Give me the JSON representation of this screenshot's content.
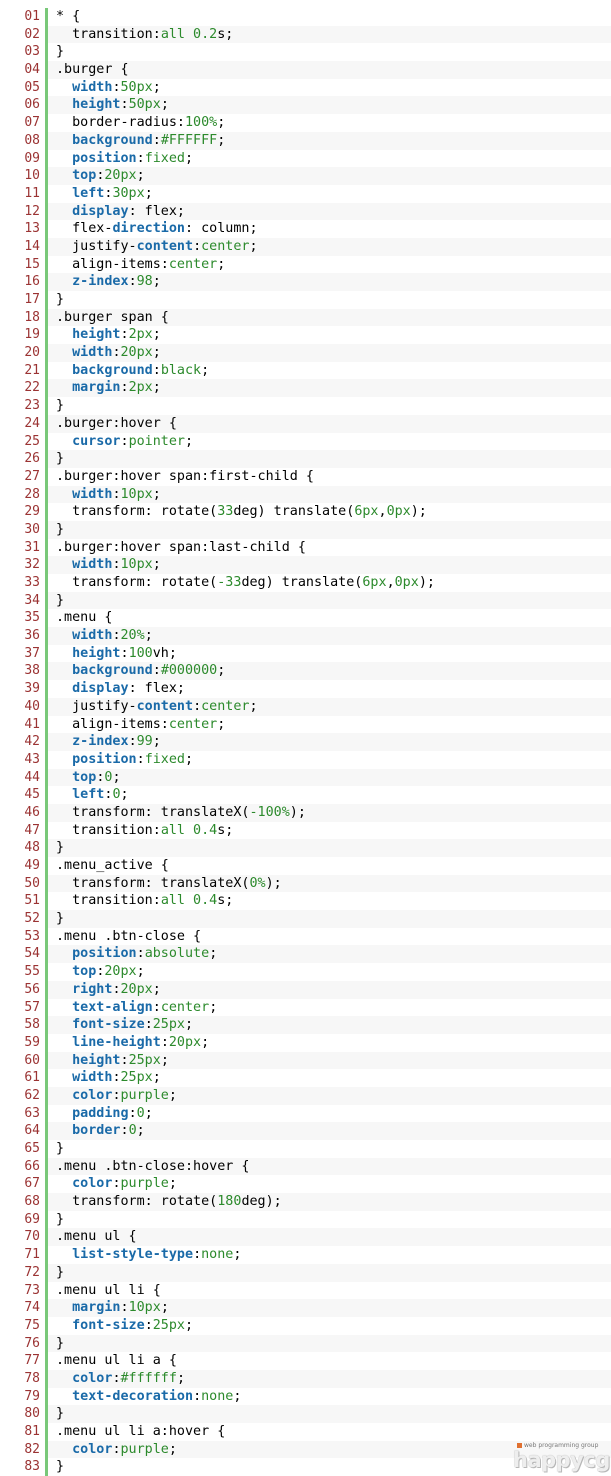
{
  "lines": [
    {
      "n": "01",
      "p": [
        [
          "*",
          ""
        ],
        [
          " {",
          ""
        ]
      ]
    },
    {
      "n": "02",
      "p": [
        [
          "  transition:",
          ""
        ],
        [
          "all 0.2",
          "v"
        ],
        [
          "s;",
          ""
        ]
      ]
    },
    {
      "n": "03",
      "p": [
        [
          "}",
          ""
        ]
      ]
    },
    {
      "n": "04",
      "p": [
        [
          ".burger {",
          ""
        ]
      ]
    },
    {
      "n": "05",
      "p": [
        [
          "  ",
          ""
        ],
        [
          "width",
          "k"
        ],
        [
          ":",
          ""
        ],
        [
          "50px",
          "v"
        ],
        [
          ";",
          ""
        ]
      ]
    },
    {
      "n": "06",
      "p": [
        [
          "  ",
          ""
        ],
        [
          "height",
          "k"
        ],
        [
          ":",
          ""
        ],
        [
          "50px",
          "v"
        ],
        [
          ";",
          ""
        ]
      ]
    },
    {
      "n": "07",
      "p": [
        [
          "  border-radius:",
          ""
        ],
        [
          "100%",
          "v"
        ],
        [
          ";",
          ""
        ]
      ]
    },
    {
      "n": "08",
      "p": [
        [
          "  ",
          ""
        ],
        [
          "background",
          "k"
        ],
        [
          ":",
          ""
        ],
        [
          "#FFFFFF",
          "v"
        ],
        [
          ";",
          ""
        ]
      ]
    },
    {
      "n": "09",
      "p": [
        [
          "  ",
          ""
        ],
        [
          "position",
          "k"
        ],
        [
          ":",
          ""
        ],
        [
          "fixed",
          "v"
        ],
        [
          ";",
          ""
        ]
      ]
    },
    {
      "n": "10",
      "p": [
        [
          "  ",
          ""
        ],
        [
          "top",
          "k"
        ],
        [
          ":",
          ""
        ],
        [
          "20px",
          "v"
        ],
        [
          ";",
          ""
        ]
      ]
    },
    {
      "n": "11",
      "p": [
        [
          "  ",
          ""
        ],
        [
          "left",
          "k"
        ],
        [
          ":",
          ""
        ],
        [
          "30px",
          "v"
        ],
        [
          ";",
          ""
        ]
      ]
    },
    {
      "n": "12",
      "p": [
        [
          "  ",
          ""
        ],
        [
          "display",
          "k"
        ],
        [
          ": flex;",
          ""
        ]
      ]
    },
    {
      "n": "13",
      "p": [
        [
          "  flex-",
          ""
        ],
        [
          "direction",
          "k"
        ],
        [
          ": column;",
          ""
        ]
      ]
    },
    {
      "n": "14",
      "p": [
        [
          "  justify-",
          ""
        ],
        [
          "content",
          "k"
        ],
        [
          ":",
          ""
        ],
        [
          "center",
          "v"
        ],
        [
          ";",
          ""
        ]
      ]
    },
    {
      "n": "15",
      "p": [
        [
          "  align-items:",
          ""
        ],
        [
          "center",
          "v"
        ],
        [
          ";",
          ""
        ]
      ]
    },
    {
      "n": "16",
      "p": [
        [
          "  ",
          ""
        ],
        [
          "z-index",
          "k"
        ],
        [
          ":",
          ""
        ],
        [
          "98",
          "v"
        ],
        [
          ";",
          ""
        ]
      ]
    },
    {
      "n": "17",
      "p": [
        [
          "}",
          ""
        ]
      ]
    },
    {
      "n": "18",
      "p": [
        [
          ".burger span {",
          ""
        ]
      ]
    },
    {
      "n": "19",
      "p": [
        [
          "  ",
          ""
        ],
        [
          "height",
          "k"
        ],
        [
          ":",
          ""
        ],
        [
          "2px",
          "v"
        ],
        [
          ";",
          ""
        ]
      ]
    },
    {
      "n": "20",
      "p": [
        [
          "  ",
          ""
        ],
        [
          "width",
          "k"
        ],
        [
          ":",
          ""
        ],
        [
          "20px",
          "v"
        ],
        [
          ";",
          ""
        ]
      ]
    },
    {
      "n": "21",
      "p": [
        [
          "  ",
          ""
        ],
        [
          "background",
          "k"
        ],
        [
          ":",
          ""
        ],
        [
          "black",
          "v"
        ],
        [
          ";",
          ""
        ]
      ]
    },
    {
      "n": "22",
      "p": [
        [
          "  ",
          ""
        ],
        [
          "margin",
          "k"
        ],
        [
          ":",
          ""
        ],
        [
          "2px",
          "v"
        ],
        [
          ";",
          ""
        ]
      ]
    },
    {
      "n": "23",
      "p": [
        [
          "}",
          ""
        ]
      ]
    },
    {
      "n": "24",
      "p": [
        [
          ".burger:hover {",
          ""
        ]
      ]
    },
    {
      "n": "25",
      "p": [
        [
          "  ",
          ""
        ],
        [
          "cursor",
          "k"
        ],
        [
          ":",
          ""
        ],
        [
          "pointer",
          "v"
        ],
        [
          ";",
          ""
        ]
      ]
    },
    {
      "n": "26",
      "p": [
        [
          "}",
          ""
        ]
      ]
    },
    {
      "n": "27",
      "p": [
        [
          ".burger:hover span:first-child {",
          ""
        ]
      ]
    },
    {
      "n": "28",
      "p": [
        [
          "  ",
          ""
        ],
        [
          "width",
          "k"
        ],
        [
          ":",
          ""
        ],
        [
          "10px",
          "v"
        ],
        [
          ";",
          ""
        ]
      ]
    },
    {
      "n": "29",
      "p": [
        [
          "  transform: rotate(",
          ""
        ],
        [
          "33",
          "v"
        ],
        [
          "deg) translate(",
          ""
        ],
        [
          "6px",
          "v"
        ],
        [
          ",",
          ""
        ],
        [
          "0px",
          "v"
        ],
        [
          ");",
          ""
        ]
      ]
    },
    {
      "n": "30",
      "p": [
        [
          "}",
          ""
        ]
      ]
    },
    {
      "n": "31",
      "p": [
        [
          ".burger:hover span:last-child {",
          ""
        ]
      ]
    },
    {
      "n": "32",
      "p": [
        [
          "  ",
          ""
        ],
        [
          "width",
          "k"
        ],
        [
          ":",
          ""
        ],
        [
          "10px",
          "v"
        ],
        [
          ";",
          ""
        ]
      ]
    },
    {
      "n": "33",
      "p": [
        [
          "  transform: rotate(",
          ""
        ],
        [
          "-33",
          "v"
        ],
        [
          "deg) translate(",
          ""
        ],
        [
          "6px",
          "v"
        ],
        [
          ",",
          ""
        ],
        [
          "0px",
          "v"
        ],
        [
          ");",
          ""
        ]
      ]
    },
    {
      "n": "34",
      "p": [
        [
          "}",
          ""
        ]
      ]
    },
    {
      "n": "35",
      "p": [
        [
          ".menu {",
          ""
        ]
      ]
    },
    {
      "n": "36",
      "p": [
        [
          "  ",
          ""
        ],
        [
          "width",
          "k"
        ],
        [
          ":",
          ""
        ],
        [
          "20%",
          "v"
        ],
        [
          ";",
          ""
        ]
      ]
    },
    {
      "n": "37",
      "p": [
        [
          "  ",
          ""
        ],
        [
          "height",
          "k"
        ],
        [
          ":",
          ""
        ],
        [
          "100",
          "v"
        ],
        [
          "vh;",
          ""
        ]
      ]
    },
    {
      "n": "38",
      "p": [
        [
          "  ",
          ""
        ],
        [
          "background",
          "k"
        ],
        [
          ":",
          ""
        ],
        [
          "#000000",
          "v"
        ],
        [
          ";",
          ""
        ]
      ]
    },
    {
      "n": "39",
      "p": [
        [
          "  ",
          ""
        ],
        [
          "display",
          "k"
        ],
        [
          ": flex;",
          ""
        ]
      ]
    },
    {
      "n": "40",
      "p": [
        [
          "  justify-",
          ""
        ],
        [
          "content",
          "k"
        ],
        [
          ":",
          ""
        ],
        [
          "center",
          "v"
        ],
        [
          ";",
          ""
        ]
      ]
    },
    {
      "n": "41",
      "p": [
        [
          "  align-items:",
          ""
        ],
        [
          "center",
          "v"
        ],
        [
          ";",
          ""
        ]
      ]
    },
    {
      "n": "42",
      "p": [
        [
          "  ",
          ""
        ],
        [
          "z-index",
          "k"
        ],
        [
          ":",
          ""
        ],
        [
          "99",
          "v"
        ],
        [
          ";",
          ""
        ]
      ]
    },
    {
      "n": "43",
      "p": [
        [
          "  ",
          ""
        ],
        [
          "position",
          "k"
        ],
        [
          ":",
          ""
        ],
        [
          "fixed",
          "v"
        ],
        [
          ";",
          ""
        ]
      ]
    },
    {
      "n": "44",
      "p": [
        [
          "  ",
          ""
        ],
        [
          "top",
          "k"
        ],
        [
          ":",
          ""
        ],
        [
          "0",
          "v"
        ],
        [
          ";",
          ""
        ]
      ]
    },
    {
      "n": "45",
      "p": [
        [
          "  ",
          ""
        ],
        [
          "left",
          "k"
        ],
        [
          ":",
          ""
        ],
        [
          "0",
          "v"
        ],
        [
          ";",
          ""
        ]
      ]
    },
    {
      "n": "46",
      "p": [
        [
          "  transform: translateX(",
          ""
        ],
        [
          "-100%",
          "v"
        ],
        [
          ");",
          ""
        ]
      ]
    },
    {
      "n": "47",
      "p": [
        [
          "  transition:",
          ""
        ],
        [
          "all 0.4",
          "v"
        ],
        [
          "s;",
          ""
        ]
      ]
    },
    {
      "n": "48",
      "p": [
        [
          "}",
          ""
        ]
      ]
    },
    {
      "n": "49",
      "p": [
        [
          ".menu_active {",
          ""
        ]
      ]
    },
    {
      "n": "50",
      "p": [
        [
          "  transform: translateX(",
          ""
        ],
        [
          "0%",
          "v"
        ],
        [
          ");",
          ""
        ]
      ]
    },
    {
      "n": "51",
      "p": [
        [
          "  transition:",
          ""
        ],
        [
          "all 0.4",
          "v"
        ],
        [
          "s;",
          ""
        ]
      ]
    },
    {
      "n": "52",
      "p": [
        [
          "}",
          ""
        ]
      ]
    },
    {
      "n": "53",
      "p": [
        [
          ".menu .btn-close {",
          ""
        ]
      ]
    },
    {
      "n": "54",
      "p": [
        [
          "  ",
          ""
        ],
        [
          "position",
          "k"
        ],
        [
          ":",
          ""
        ],
        [
          "absolute",
          "v"
        ],
        [
          ";",
          ""
        ]
      ]
    },
    {
      "n": "55",
      "p": [
        [
          "  ",
          ""
        ],
        [
          "top",
          "k"
        ],
        [
          ":",
          ""
        ],
        [
          "20px",
          "v"
        ],
        [
          ";",
          ""
        ]
      ]
    },
    {
      "n": "56",
      "p": [
        [
          "  ",
          ""
        ],
        [
          "right",
          "k"
        ],
        [
          ":",
          ""
        ],
        [
          "20px",
          "v"
        ],
        [
          ";",
          ""
        ]
      ]
    },
    {
      "n": "57",
      "p": [
        [
          "  ",
          ""
        ],
        [
          "text-align",
          "k"
        ],
        [
          ":",
          ""
        ],
        [
          "center",
          "v"
        ],
        [
          ";",
          ""
        ]
      ]
    },
    {
      "n": "58",
      "p": [
        [
          "  ",
          ""
        ],
        [
          "font-size",
          "k"
        ],
        [
          ":",
          ""
        ],
        [
          "25px",
          "v"
        ],
        [
          ";",
          ""
        ]
      ]
    },
    {
      "n": "59",
      "p": [
        [
          "  ",
          ""
        ],
        [
          "line-height",
          "k"
        ],
        [
          ":",
          ""
        ],
        [
          "20px",
          "v"
        ],
        [
          ";",
          ""
        ]
      ]
    },
    {
      "n": "60",
      "p": [
        [
          "  ",
          ""
        ],
        [
          "height",
          "k"
        ],
        [
          ":",
          ""
        ],
        [
          "25px",
          "v"
        ],
        [
          ";",
          ""
        ]
      ]
    },
    {
      "n": "61",
      "p": [
        [
          "  ",
          ""
        ],
        [
          "width",
          "k"
        ],
        [
          ":",
          ""
        ],
        [
          "25px",
          "v"
        ],
        [
          ";",
          ""
        ]
      ]
    },
    {
      "n": "62",
      "p": [
        [
          "  ",
          ""
        ],
        [
          "color",
          "k"
        ],
        [
          ":",
          ""
        ],
        [
          "purple",
          "v"
        ],
        [
          ";",
          ""
        ]
      ]
    },
    {
      "n": "63",
      "p": [
        [
          "  ",
          ""
        ],
        [
          "padding",
          "k"
        ],
        [
          ":",
          ""
        ],
        [
          "0",
          "v"
        ],
        [
          ";",
          ""
        ]
      ]
    },
    {
      "n": "64",
      "p": [
        [
          "  ",
          ""
        ],
        [
          "border",
          "k"
        ],
        [
          ":",
          ""
        ],
        [
          "0",
          "v"
        ],
        [
          ";",
          ""
        ]
      ]
    },
    {
      "n": "65",
      "p": [
        [
          "}",
          ""
        ]
      ]
    },
    {
      "n": "66",
      "p": [
        [
          ".menu .btn-close:hover {",
          ""
        ]
      ]
    },
    {
      "n": "67",
      "p": [
        [
          "  ",
          ""
        ],
        [
          "color",
          "k"
        ],
        [
          ":",
          ""
        ],
        [
          "purple",
          "v"
        ],
        [
          ";",
          ""
        ]
      ]
    },
    {
      "n": "68",
      "p": [
        [
          "  transform: rotate(",
          ""
        ],
        [
          "180",
          "v"
        ],
        [
          "deg);",
          ""
        ]
      ]
    },
    {
      "n": "69",
      "p": [
        [
          "}",
          ""
        ]
      ]
    },
    {
      "n": "70",
      "p": [
        [
          ".menu ul {",
          ""
        ]
      ]
    },
    {
      "n": "71",
      "p": [
        [
          "  ",
          ""
        ],
        [
          "list-style-type",
          "k"
        ],
        [
          ":",
          ""
        ],
        [
          "none",
          "v"
        ],
        [
          ";",
          ""
        ]
      ]
    },
    {
      "n": "72",
      "p": [
        [
          "}",
          ""
        ]
      ]
    },
    {
      "n": "73",
      "p": [
        [
          ".menu ul li {",
          ""
        ]
      ]
    },
    {
      "n": "74",
      "p": [
        [
          "  ",
          ""
        ],
        [
          "margin",
          "k"
        ],
        [
          ":",
          ""
        ],
        [
          "10px",
          "v"
        ],
        [
          ";",
          ""
        ]
      ]
    },
    {
      "n": "75",
      "p": [
        [
          "  ",
          ""
        ],
        [
          "font-size",
          "k"
        ],
        [
          ":",
          ""
        ],
        [
          "25px",
          "v"
        ],
        [
          ";",
          ""
        ]
      ]
    },
    {
      "n": "76",
      "p": [
        [
          "}",
          ""
        ]
      ]
    },
    {
      "n": "77",
      "p": [
        [
          ".menu ul li a {",
          ""
        ]
      ]
    },
    {
      "n": "78",
      "p": [
        [
          "  ",
          ""
        ],
        [
          "color",
          "k"
        ],
        [
          ":",
          ""
        ],
        [
          "#ffffff",
          "v"
        ],
        [
          ";",
          ""
        ]
      ]
    },
    {
      "n": "79",
      "p": [
        [
          "  ",
          ""
        ],
        [
          "text-decoration",
          "k"
        ],
        [
          ":",
          ""
        ],
        [
          "none",
          "v"
        ],
        [
          ";",
          ""
        ]
      ]
    },
    {
      "n": "80",
      "p": [
        [
          "}",
          ""
        ]
      ]
    },
    {
      "n": "81",
      "p": [
        [
          ".menu ul li a:hover {",
          ""
        ]
      ]
    },
    {
      "n": "82",
      "p": [
        [
          "  ",
          ""
        ],
        [
          "color",
          "k"
        ],
        [
          ":",
          ""
        ],
        [
          "purple",
          "v"
        ],
        [
          ";",
          ""
        ]
      ]
    },
    {
      "n": "83",
      "p": [
        [
          "}",
          ""
        ]
      ]
    }
  ],
  "colors": {
    "line_number": "#9b3333",
    "gutter_border": "#79c879",
    "keyword": "#1a6aa8",
    "value": "#2c8a2c"
  },
  "watermark": {
    "tagline": "web programming group",
    "logo": "happycgi"
  }
}
